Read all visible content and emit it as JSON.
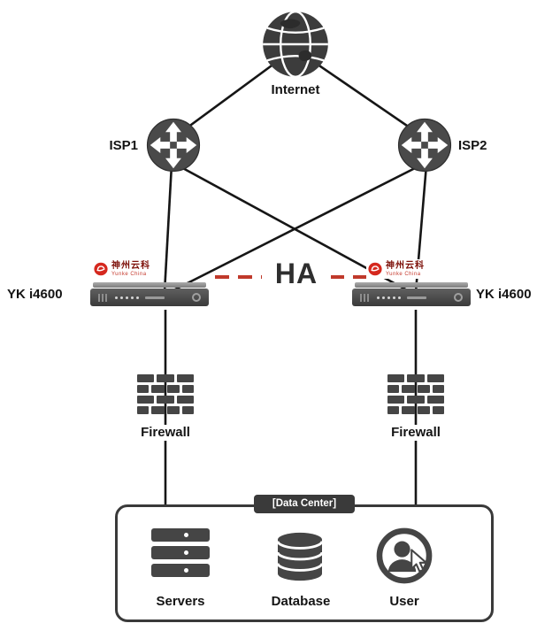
{
  "diagram": {
    "nodes": {
      "internet": {
        "label": "Internet"
      },
      "isp1": {
        "label": "ISP1"
      },
      "isp2": {
        "label": "ISP2"
      },
      "adc_left": {
        "label": "YK i4600",
        "logo_cn": "神州云科",
        "logo_en": "Yunke China"
      },
      "adc_right": {
        "label": "YK i4600",
        "logo_cn": "神州云科",
        "logo_en": "Yunke China"
      },
      "ha_link": {
        "label": "HA"
      },
      "firewall_left": {
        "label": "Firewall"
      },
      "firewall_right": {
        "label": "Firewall"
      },
      "datacenter": {
        "label": "[Data Center]"
      },
      "servers": {
        "label": "Servers"
      },
      "database": {
        "label": "Database"
      },
      "user": {
        "label": "User"
      }
    },
    "colors": {
      "node_dark": "#454545",
      "wire": "#161616",
      "ha_dashed_red": "#c0392b",
      "logo_red": "#d5281e"
    }
  }
}
